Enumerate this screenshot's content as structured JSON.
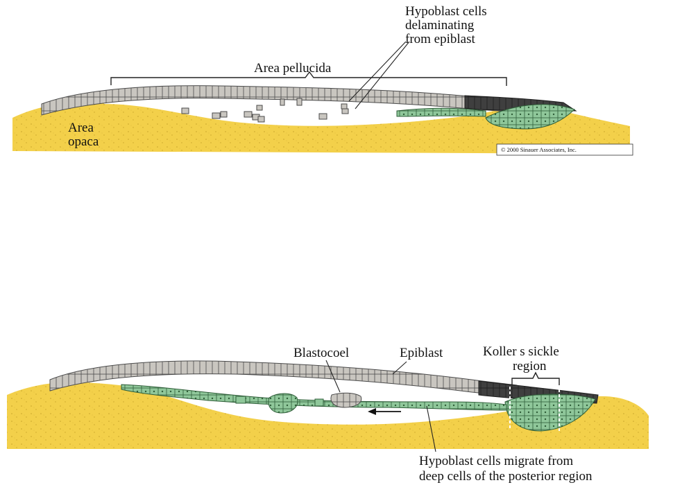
{
  "colors": {
    "yolk": "#f3d04a",
    "yolk_dot": "#c9a42a",
    "epiblast_cell": "#c9c6c0",
    "epiblast_outline": "#4a4a4a",
    "posterior_cell": "#4a4a4a",
    "hypoblast_cell": "#8fc79a",
    "hypoblast_outline": "#2e5d38"
  },
  "top": {
    "label_hypoblast_delam": [
      "Hypoblast cells",
      "delaminating",
      "from epiblast"
    ],
    "label_area_pellucida": "Area pellucida",
    "label_area_opaca": [
      "Area",
      "opaca"
    ],
    "copyright": "© 2000 Sinauer Associates, Inc."
  },
  "bottom": {
    "label_blastocoel": "Blastocoel",
    "label_epiblast": "Epiblast",
    "label_koller": [
      "Koller s sickle",
      "region"
    ],
    "label_hypoblast_migrate": [
      "Hypoblast cells migrate from",
      "deep cells of the posterior region"
    ]
  }
}
